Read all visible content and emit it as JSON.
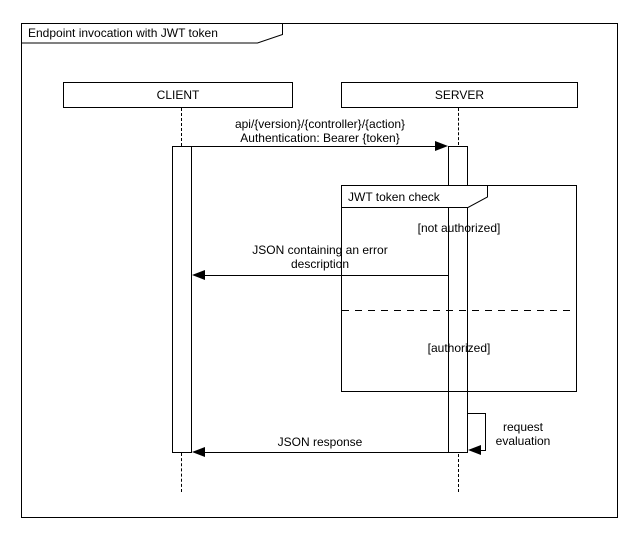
{
  "frame": {
    "title": "Endpoint invocation with JWT token"
  },
  "participants": [
    {
      "label": "CLIENT"
    },
    {
      "label": "SERVER"
    }
  ],
  "messages": {
    "request": {
      "line1": "api/{version}/{controller}/{action}",
      "line2": "Authentication: Bearer {token}",
      "from": "CLIENT",
      "to": "SERVER"
    },
    "error_response": {
      "line1": "JSON containing an error",
      "line2": "description",
      "from": "SERVER",
      "to": "CLIENT"
    },
    "self_call": {
      "line1": "request",
      "line2": "evaluation",
      "on": "SERVER"
    },
    "response": {
      "label": "JSON response",
      "from": "SERVER",
      "to": "CLIENT"
    }
  },
  "fragment": {
    "label": "JWT token check",
    "guards": [
      "[not authorized]",
      "[authorized]"
    ]
  },
  "colors": {
    "line": "#000000",
    "background": "#ffffff",
    "text": "#000000"
  }
}
